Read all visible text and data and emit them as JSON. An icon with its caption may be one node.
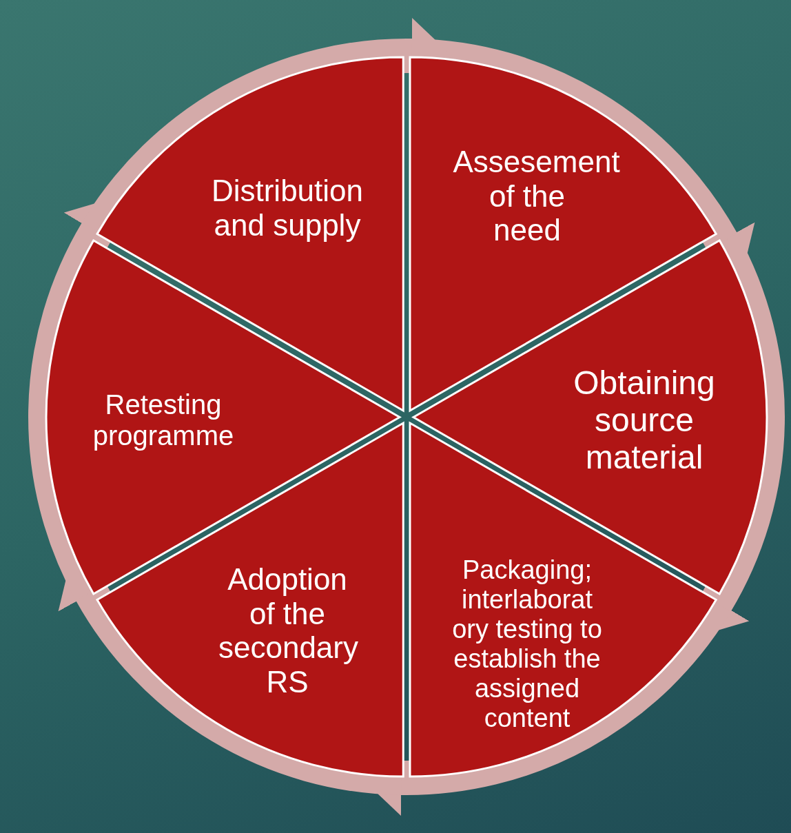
{
  "diagram": {
    "nodes": [
      {
        "text": [
          "Assesement of the need"
        ]
      },
      {
        "text": [
          "Obtaining source material"
        ]
      },
      {
        "text": [
          "Packaging; interlaborat ory testing to establish the assigned content"
        ]
      },
      {
        "text": [
          "Adoption of the secondary RS"
        ]
      },
      {
        "text": [
          "Retesting programme"
        ]
      },
      {
        "text": [
          "Distribution and supply"
        ]
      }
    ],
    "edges": [
      {
        "from": 0,
        "to": 1,
        "arrow": "to"
      },
      {
        "from": 1,
        "to": 2,
        "arrow": "to"
      },
      {
        "from": 2,
        "to": 3,
        "arrow": "to"
      },
      {
        "from": 3,
        "to": 4,
        "arrow": "to"
      },
      {
        "from": 4,
        "to": 5,
        "arrow": "to"
      },
      {
        "from": 5,
        "to": 0,
        "arrow": "to"
      }
    ]
  }
}
